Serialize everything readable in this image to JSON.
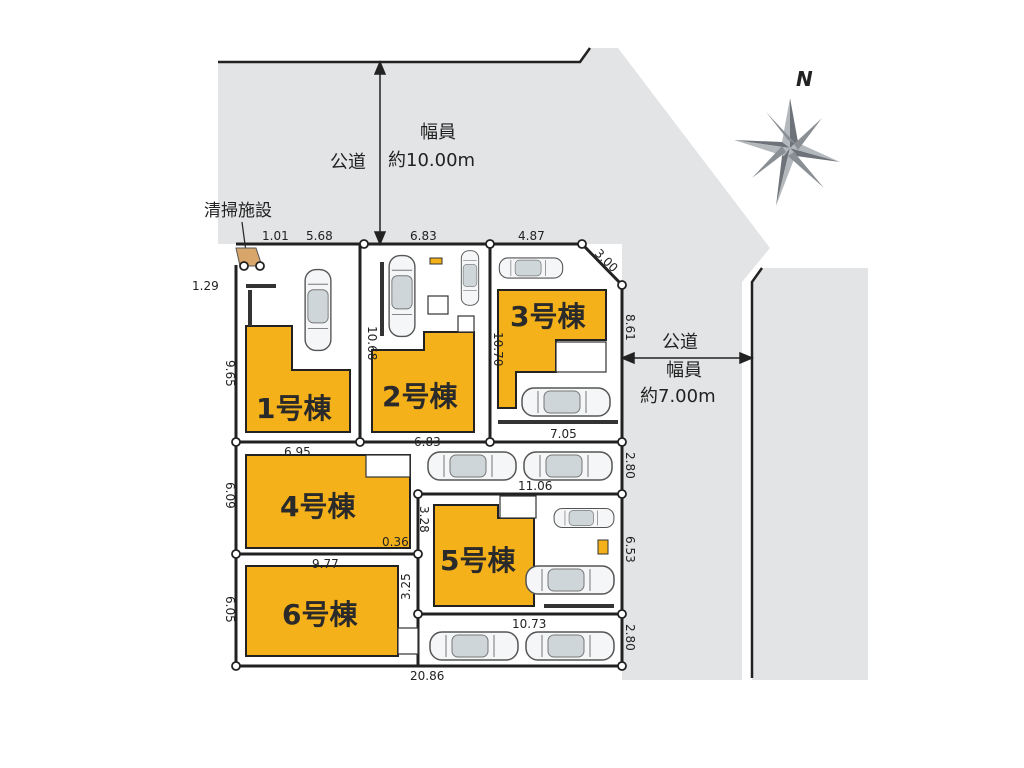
{
  "colors": {
    "road": "#e3e4e5",
    "building": "#f5b11a",
    "lot": "#ffffff",
    "facility": "#d8a66a",
    "line": "#222222",
    "compass": "#8a8f94"
  },
  "roads": {
    "north_label": "公道",
    "north_width": "幅員",
    "north_width_value": "約10.00m",
    "east_label": "公道",
    "east_width": "幅員",
    "east_width_value": "約7.00m"
  },
  "compass": {
    "label": "N"
  },
  "facility": {
    "label": "清掃施設"
  },
  "buildings": {
    "b1": "1号棟",
    "b2": "2号棟",
    "b3": "3号棟",
    "b4": "4号棟",
    "b5": "5号棟",
    "b6": "6号棟"
  },
  "dimensions": {
    "d_1_01": "1.01",
    "d_5_68": "5.68",
    "d_6_83_top": "6.83",
    "d_4_87": "4.87",
    "d_3_00": "3.00",
    "d_1_29": "1.29",
    "d_9_65": "9.65",
    "d_10_68": "10.68",
    "d_10_70": "10.70",
    "d_8_61": "8.61",
    "d_6_95": "6.95",
    "d_6_83_mid": "6.83",
    "d_7_05": "7.05",
    "d_2_80_top": "2.80",
    "d_11_06": "11.06",
    "d_6_09": "6.09",
    "d_3_28": "3.28",
    "d_0_36": "0.36",
    "d_6_53": "6.53",
    "d_9_77": "9.77",
    "d_3_25": "3.25",
    "d_6_05": "6.05",
    "d_10_73": "10.73",
    "d_2_80_bottom": "2.80",
    "d_20_86": "20.86"
  }
}
